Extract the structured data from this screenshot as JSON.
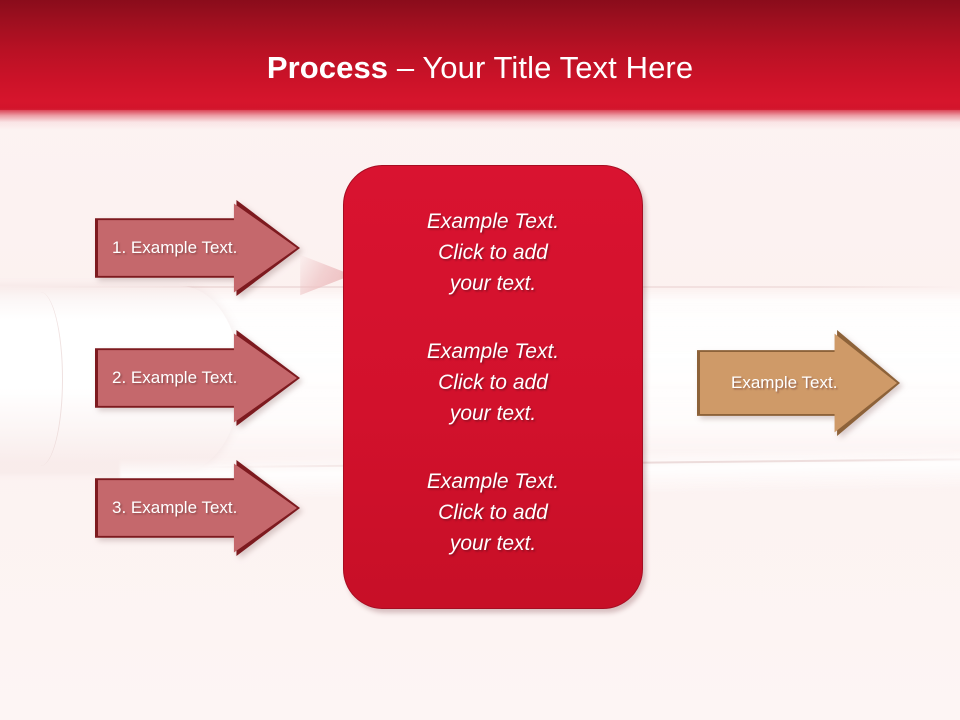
{
  "slide": {
    "title": {
      "bold_part": "Process",
      "normal_part": " – Your Title Text Here"
    },
    "colors": {
      "header_top": "#8a0c1b",
      "header_bottom": "#d6152c",
      "background": "#fdf4f3",
      "panel_fill": "#d2112c",
      "panel_border": "#a60d22",
      "rose_arrow_fill": "#c5686c",
      "rose_arrow_border": "#7d1a1f",
      "tan_arrow_fill": "#cf9a68",
      "tan_arrow_border": "#8d6239",
      "text_white": "#ffffff"
    }
  },
  "left_arrows": [
    {
      "label": "1. Example Text."
    },
    {
      "label": "2. Example Text."
    },
    {
      "label": "3. Example Text."
    }
  ],
  "center_panel": {
    "blocks": [
      {
        "text": "Example Text.\nClick  to add\nyour text."
      },
      {
        "text": "Example Text.\nClick  to add\nyour text."
      },
      {
        "text": "Example Text.\nClick  to add\nyour text."
      }
    ]
  },
  "right_arrow": {
    "label": "Example Text."
  }
}
